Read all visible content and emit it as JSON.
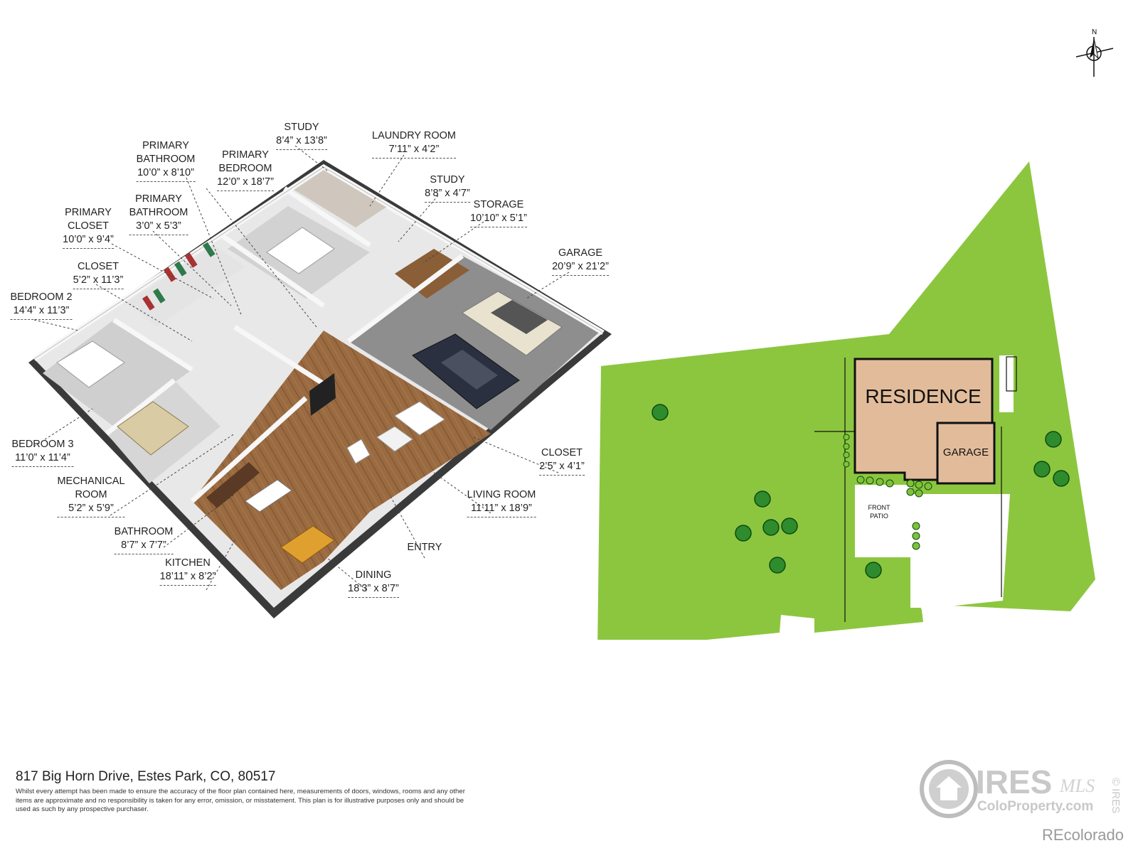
{
  "compass": {
    "north_label": "N"
  },
  "rooms": [
    {
      "id": "study-1",
      "name_lines": [
        "STUDY"
      ],
      "dims": "8’4” x 13’8”"
    },
    {
      "id": "laundry-room",
      "name_lines": [
        "LAUNDRY ROOM"
      ],
      "dims": "7’11” x 4’2”"
    },
    {
      "id": "primary-bathroom-1",
      "name_lines": [
        "PRIMARY",
        "BATHROOM"
      ],
      "dims": "10’0” x 8’10”"
    },
    {
      "id": "primary-bedroom",
      "name_lines": [
        "PRIMARY",
        "BEDROOM"
      ],
      "dims": "12’0” x 18’7”"
    },
    {
      "id": "study-2",
      "name_lines": [
        "STUDY"
      ],
      "dims": "8’8” x 4’7”"
    },
    {
      "id": "storage",
      "name_lines": [
        "STORAGE"
      ],
      "dims": "10’10” x 5’1”"
    },
    {
      "id": "primary-bathroom-2",
      "name_lines": [
        "PRIMARY",
        "BATHROOM"
      ],
      "dims": "3’0” x 5’3”"
    },
    {
      "id": "primary-closet",
      "name_lines": [
        "PRIMARY",
        "CLOSET"
      ],
      "dims": "10’0” x 9’4”"
    },
    {
      "id": "garage",
      "name_lines": [
        "GARAGE"
      ],
      "dims": "20’9” x 21’2”"
    },
    {
      "id": "closet-1",
      "name_lines": [
        "CLOSET"
      ],
      "dims": "5’2” x 11’3”"
    },
    {
      "id": "bedroom-2",
      "name_lines": [
        "BEDROOM 2"
      ],
      "dims": "14’4” x 11’3”"
    },
    {
      "id": "bedroom-3",
      "name_lines": [
        "BEDROOM 3"
      ],
      "dims": "11’0” x 11’4”"
    },
    {
      "id": "closet-2",
      "name_lines": [
        "CLOSET"
      ],
      "dims": "2’5” x 4’1”"
    },
    {
      "id": "mechanical-room",
      "name_lines": [
        "MECHANICAL",
        "ROOM"
      ],
      "dims": "5’2” x 5’9”"
    },
    {
      "id": "living-room",
      "name_lines": [
        "LIVING ROOM"
      ],
      "dims": "11’11” x 18’9”"
    },
    {
      "id": "bathroom",
      "name_lines": [
        "BATHROOM"
      ],
      "dims": "8’7” x 7’7”"
    },
    {
      "id": "entry",
      "name_lines": [
        "ENTRY"
      ],
      "dims": ""
    },
    {
      "id": "kitchen",
      "name_lines": [
        "KITCHEN"
      ],
      "dims": "18’11” x 8’2”"
    },
    {
      "id": "dining",
      "name_lines": [
        "DINING"
      ],
      "dims": "18’3” x 8’7”"
    }
  ],
  "site_plan": {
    "residence_label": "RESIDENCE",
    "garage_label": "GARAGE",
    "patio_label_lines": [
      "FRONT",
      "PATIO"
    ],
    "colors": {
      "lawn": "#8cc63f",
      "building": "#e2bc9a",
      "outline": "#111111"
    }
  },
  "footer": {
    "address": "817 Big Horn Drive, Estes Park, CO, 80517",
    "disclaimer": "Whilst every attempt has been made to ensure the accuracy of the floor plan contained here, measurements of doors, windows, rooms and any other items are approximate and no responsibility is taken for any error, omission, or misstatement. This plan is for illustrative purposes only and should be used as such by any prospective purchaser."
  },
  "logo": {
    "brand": "IRES",
    "mls": "MLS",
    "site": "ColoProperty.com",
    "side_text": "© IRES"
  },
  "watermark": "REcolorado"
}
